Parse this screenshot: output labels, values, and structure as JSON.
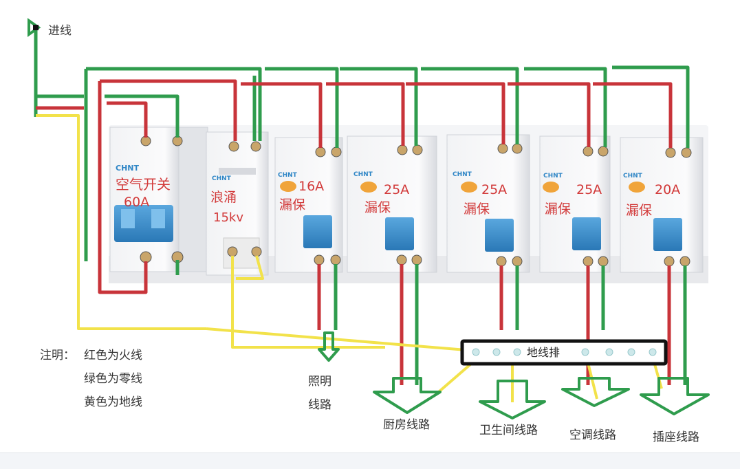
{
  "incoming_label": "进线",
  "breakers": [
    {
      "id": "main",
      "brand": "CHNT",
      "name": "空气开关",
      "rating": "60A"
    },
    {
      "id": "surge",
      "brand": "CHNT",
      "name": "浪涌",
      "rating": "15kv"
    },
    {
      "id": "rcd1",
      "brand": "CHNT",
      "name": "漏保",
      "rating": "16A"
    },
    {
      "id": "rcd2",
      "brand": "CHNT",
      "name": "漏保",
      "rating": "25A"
    },
    {
      "id": "rcd3",
      "brand": "CHNT",
      "name": "漏保",
      "rating": "25A"
    },
    {
      "id": "rcd4",
      "brand": "CHNT",
      "name": "漏保",
      "rating": "25A"
    },
    {
      "id": "rcd5",
      "brand": "CHNT",
      "name": "漏保",
      "rating": "20A"
    }
  ],
  "ground_bar_label": "地线排",
  "notes": {
    "prefix": "注明：",
    "lines": [
      "红色为火线",
      "绿色为零线",
      "黄色为地线"
    ]
  },
  "circuits": {
    "lighting": [
      "照明",
      "线路"
    ],
    "kitchen": "厨房线路",
    "bathroom": "卫生间线路",
    "aircon": "空调线路",
    "sockets": "插座线路"
  },
  "colors": {
    "live": "#c8343a",
    "neutral": "#2f9c4d",
    "ground": "#f2e24a",
    "handle": "#2f86c6",
    "indicator": "#f0a43a"
  }
}
